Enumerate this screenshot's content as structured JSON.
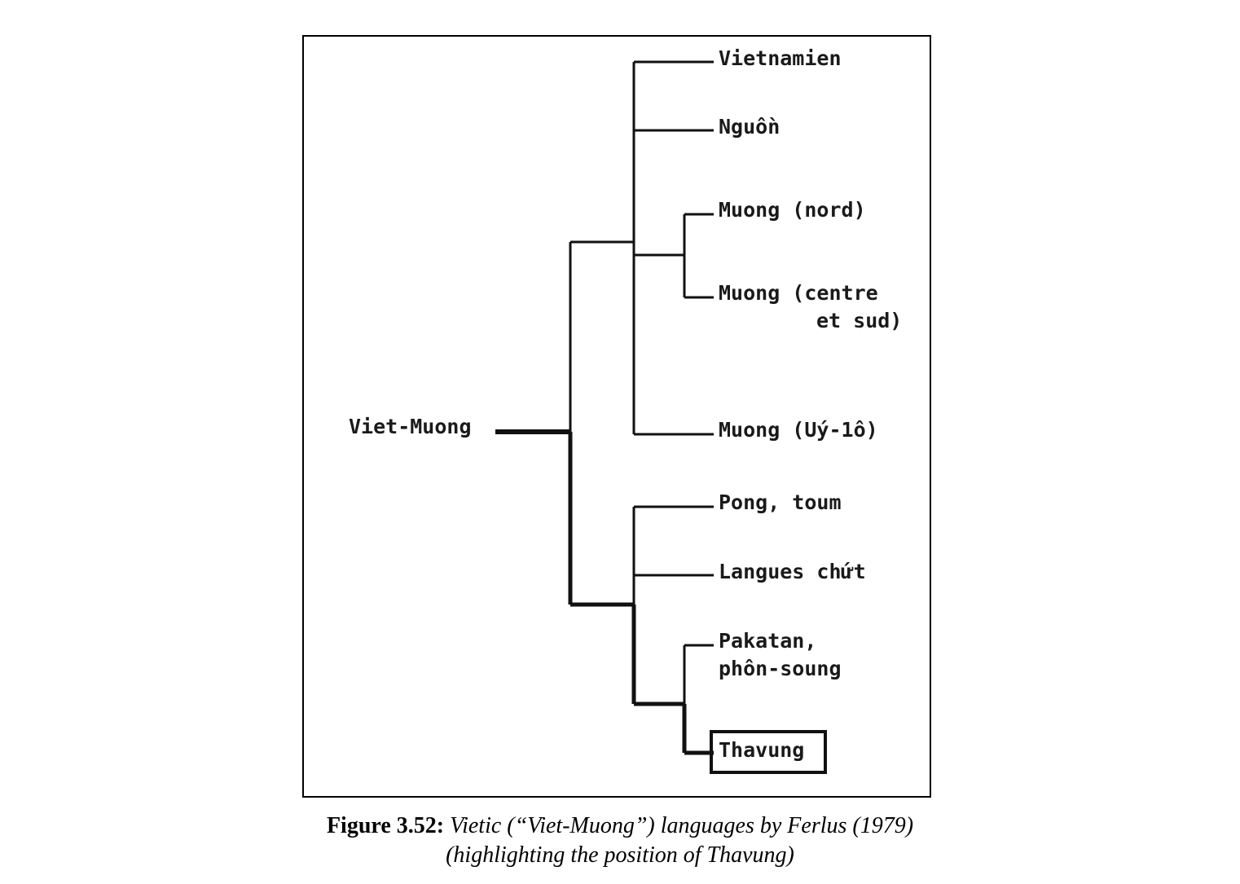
{
  "figure": {
    "root": {
      "label": "Viet-Muong"
    },
    "groups": [
      {
        "id": "northern",
        "children": [
          {
            "id": "vietnamien",
            "label": "Vietnamien"
          },
          {
            "id": "nguon",
            "label": "Nguồn"
          },
          {
            "id": "muong-group",
            "children": [
              {
                "id": "muong-nord",
                "label": "Muong (nord)"
              },
              {
                "id": "muong-centre",
                "label_line1": "Muong (centre",
                "label_line2": "et sud)"
              }
            ]
          },
          {
            "id": "muong-uy-lo",
            "label": "Muong (Uý-1ô)"
          }
        ]
      },
      {
        "id": "southern",
        "children": [
          {
            "id": "pong-toum",
            "label": "Pong, toum"
          },
          {
            "id": "langues-chut",
            "label": "Langues chứt"
          },
          {
            "id": "pakatan-group",
            "children": [
              {
                "id": "pakatan",
                "label_line1": "Pakatan,",
                "label_line2": "phôn-soung"
              },
              {
                "id": "thavung",
                "label": "Thavung",
                "highlighted": true
              }
            ]
          }
        ]
      }
    ]
  },
  "caption": {
    "number": "Figure 3.52:",
    "text": "Vietic (“Viet-Muong”) languages by Ferlus (1979)",
    "text_line2": "(highlighting the position of Thavung)"
  },
  "colors": {
    "line": "#111111",
    "text": "#1a1a1a",
    "border": "#000000"
  }
}
